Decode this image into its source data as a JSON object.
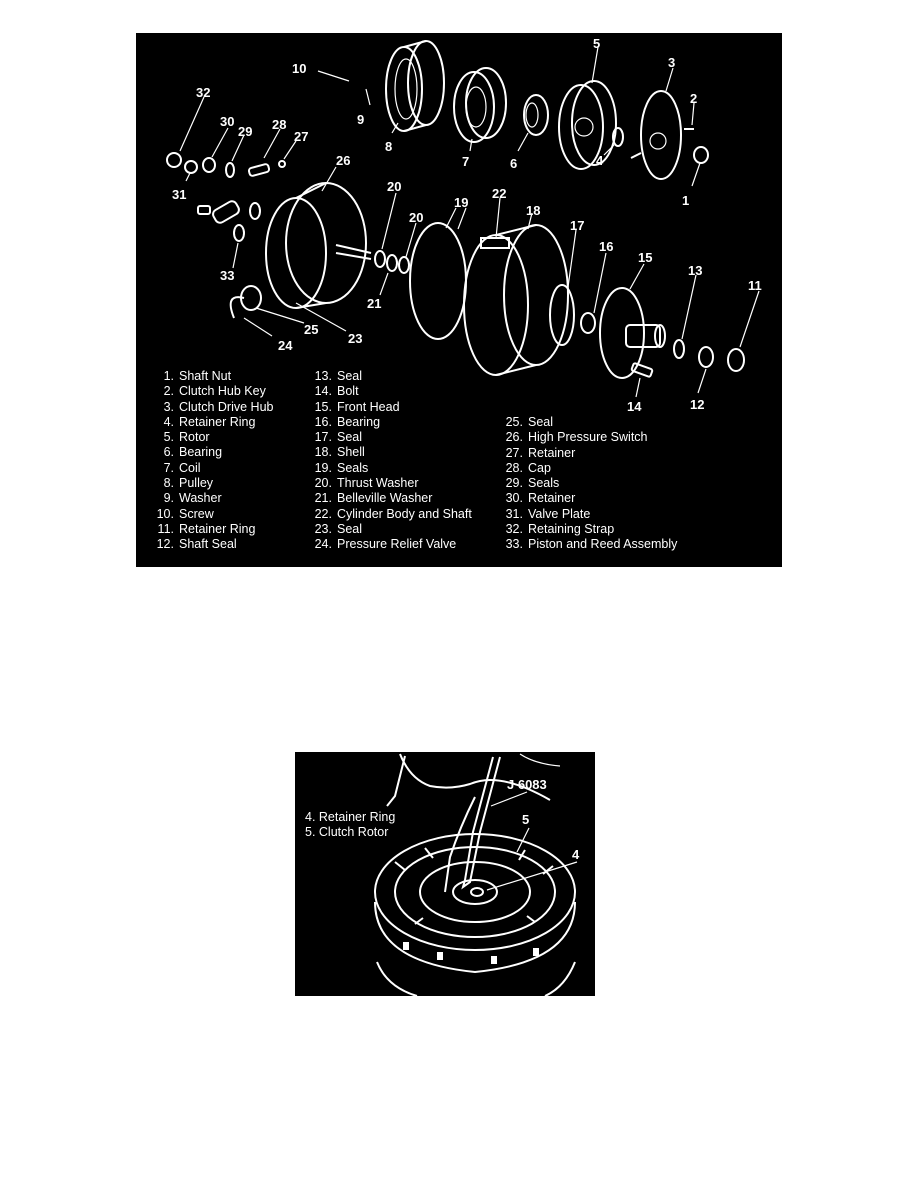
{
  "figure1": {
    "callouts": [
      "1",
      "2",
      "3",
      "4",
      "5",
      "6",
      "7",
      "8",
      "9",
      "10",
      "11",
      "12",
      "13",
      "14",
      "15",
      "16",
      "17",
      "18",
      "19",
      "20",
      "20",
      "21",
      "22",
      "23",
      "24",
      "25",
      "26",
      "27",
      "28",
      "29",
      "30",
      "31",
      "32",
      "33"
    ],
    "legend_col1": [
      {
        "num": "1.",
        "label": "Shaft Nut"
      },
      {
        "num": "2.",
        "label": "Clutch Hub Key"
      },
      {
        "num": "3.",
        "label": "Clutch Drive Hub"
      },
      {
        "num": "4.",
        "label": "Retainer Ring"
      },
      {
        "num": "5.",
        "label": "Rotor"
      },
      {
        "num": "6.",
        "label": "Bearing"
      },
      {
        "num": "7.",
        "label": "Coil"
      },
      {
        "num": "8.",
        "label": "Pulley"
      },
      {
        "num": "9.",
        "label": "Washer"
      },
      {
        "num": "10.",
        "label": "Screw"
      },
      {
        "num": "11.",
        "label": "Retainer Ring"
      },
      {
        "num": "12.",
        "label": "Shaft Seal"
      }
    ],
    "legend_col2": [
      {
        "num": "13.",
        "label": "Seal"
      },
      {
        "num": "14.",
        "label": "Bolt"
      },
      {
        "num": "15.",
        "label": "Front Head"
      },
      {
        "num": "16.",
        "label": "Bearing"
      },
      {
        "num": "17.",
        "label": "Seal"
      },
      {
        "num": "18.",
        "label": "Shell"
      },
      {
        "num": "19.",
        "label": "Seals"
      },
      {
        "num": "20.",
        "label": "Thrust Washer"
      },
      {
        "num": "21.",
        "label": "Belleville Washer"
      },
      {
        "num": "22.",
        "label": "Cylinder Body and Shaft"
      },
      {
        "num": "23.",
        "label": "Seal"
      },
      {
        "num": "24.",
        "label": "Pressure Relief Valve"
      }
    ],
    "legend_col3": [
      {
        "num": "25.",
        "label": "Seal"
      },
      {
        "num": "26.",
        "label": "High Pressure Switch"
      },
      {
        "num": "27.",
        "label": "Retainer"
      },
      {
        "num": "28.",
        "label": "Cap"
      },
      {
        "num": "29.",
        "label": "Seals"
      },
      {
        "num": "30.",
        "label": "Retainer"
      },
      {
        "num": "31.",
        "label": "Valve Plate"
      },
      {
        "num": "32.",
        "label": "Retaining Strap"
      },
      {
        "num": "33.",
        "label": "Piston and Reed Assembly"
      }
    ]
  },
  "figure2": {
    "tool_label": "J 6083",
    "callouts": [
      "5",
      "4"
    ],
    "legend": [
      "4.  Retainer Ring",
      "5.  Clutch Rotor"
    ]
  }
}
